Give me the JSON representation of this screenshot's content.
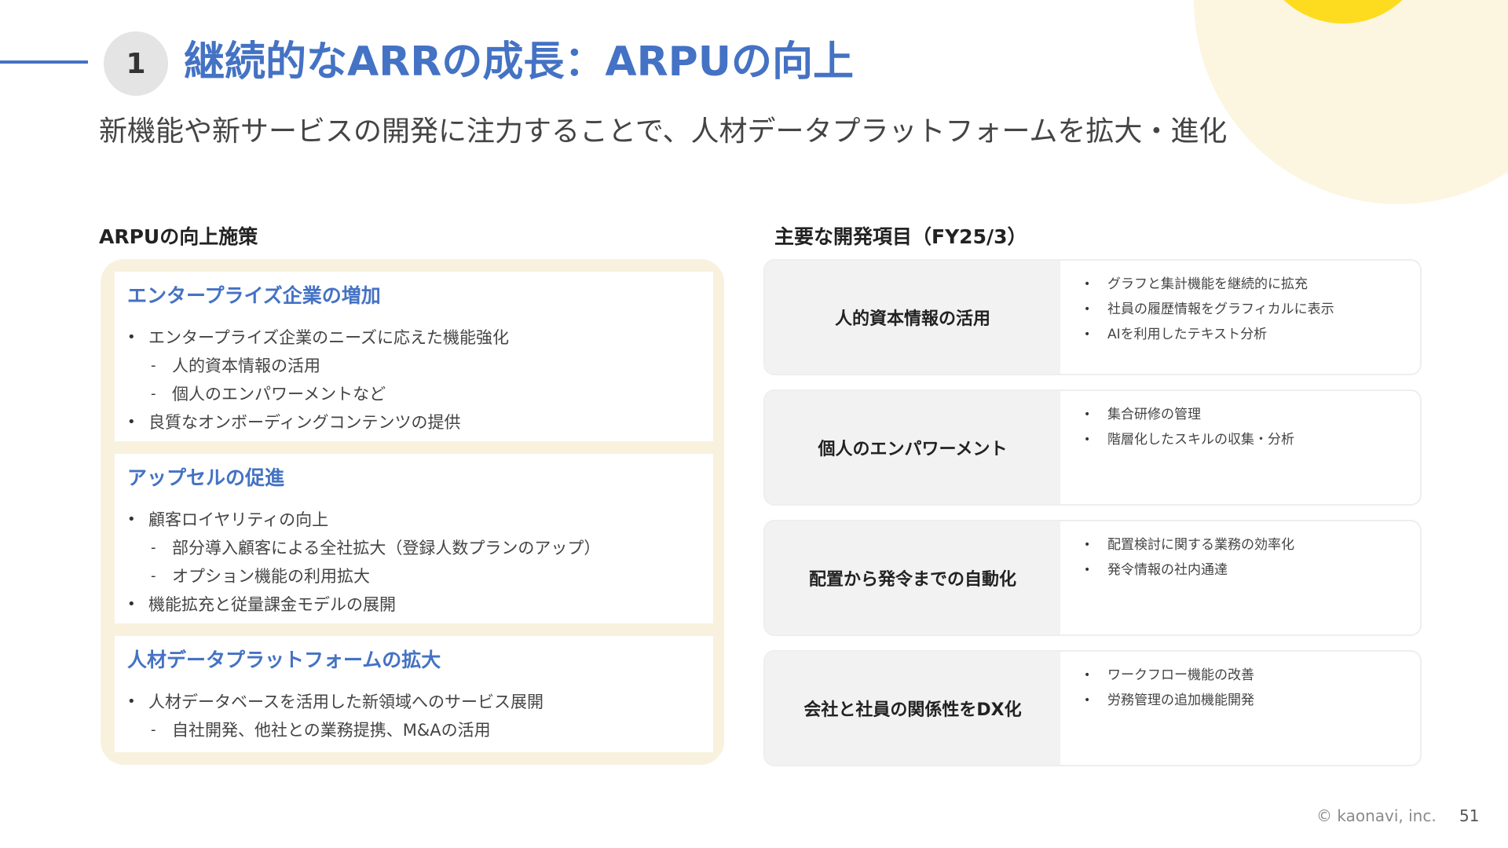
{
  "colors": {
    "accent_blue": "#4472c4",
    "panel_cream": "#f8f1de",
    "deco_yellow": "#fddc1f",
    "deco_cream": "#fcf5e0"
  },
  "header": {
    "number": "1",
    "title": "継続的なARRの成長：ARPUの向上",
    "subtitle": "新機能や新サービスの開発に注力することで、人材データプラットフォームを拡大・進化"
  },
  "left": {
    "heading": "ARPUの向上施策",
    "cards": [
      {
        "title": "エンタープライズ企業の増加",
        "items": [
          {
            "level": 1,
            "marker": "•",
            "text": "エンタープライズ企業のニーズに応えた機能強化"
          },
          {
            "level": 2,
            "marker": "-",
            "text": "人的資本情報の活用"
          },
          {
            "level": 2,
            "marker": "-",
            "text": "個人のエンパワーメントなど"
          },
          {
            "level": 1,
            "marker": "•",
            "text": "良質なオンボーディングコンテンツの提供"
          }
        ]
      },
      {
        "title": "アップセルの促進",
        "items": [
          {
            "level": 1,
            "marker": "•",
            "text": "顧客ロイヤリティの向上"
          },
          {
            "level": 2,
            "marker": "-",
            "text": "部分導入顧客による全社拡大（登録人数プランのアップ）"
          },
          {
            "level": 2,
            "marker": "-",
            "text": "オプション機能の利用拡大"
          },
          {
            "level": 1,
            "marker": "•",
            "text": "機能拡充と従量課金モデルの展開"
          }
        ]
      },
      {
        "title": "人材データプラットフォームの拡大",
        "items": [
          {
            "level": 1,
            "marker": "•",
            "text": "人材データベースを活用した新領域へのサービス展開"
          },
          {
            "level": 2,
            "marker": "-",
            "text": "自社開発、他社との業務提携、M&Aの活用"
          }
        ]
      }
    ]
  },
  "right": {
    "heading": "主要な開発項目（FY25/3）",
    "rows": [
      {
        "label": "人的資本情報の活用",
        "details": [
          {
            "marker": "•",
            "text": "グラフと集計機能を継続的に拡充"
          },
          {
            "marker": "•",
            "text": "社員の履歴情報をグラフィカルに表示"
          },
          {
            "marker": "•",
            "text": "AIを利用したテキスト分析"
          }
        ]
      },
      {
        "label": "個人のエンパワーメント",
        "details": [
          {
            "marker": "•",
            "text": "集合研修の管理"
          },
          {
            "marker": "•",
            "text": "階層化したスキルの収集・分析"
          }
        ]
      },
      {
        "label": "配置から発令までの自動化",
        "details": [
          {
            "marker": "•",
            "text": "配置検討に関する業務の効率化"
          },
          {
            "marker": "•",
            "text": "発令情報の社内通達"
          }
        ]
      },
      {
        "label": "会社と社員の関係性をDX化",
        "details": [
          {
            "marker": "•",
            "text": "ワークフロー機能の改善"
          },
          {
            "marker": "•",
            "text": "労務管理の追加機能開発"
          }
        ]
      }
    ]
  },
  "footer": {
    "copyright": "© kaonavi, inc.",
    "page": "51"
  }
}
